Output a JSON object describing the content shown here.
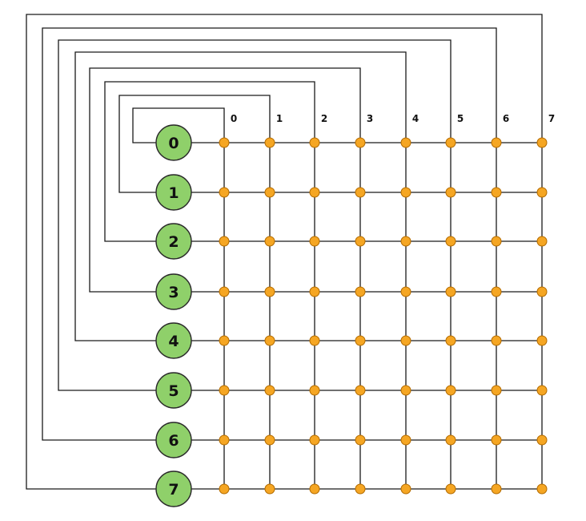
{
  "diagram": {
    "type": "crossbar-interconnect",
    "rows": [
      "0",
      "1",
      "2",
      "3",
      "4",
      "5",
      "6",
      "7"
    ],
    "columns": [
      "0",
      "1",
      "2",
      "3",
      "4",
      "5",
      "6",
      "7"
    ],
    "colors": {
      "row_node_fill": "#8fd06a",
      "crosspoint_fill": "#f5a623",
      "wire": "#1a1a1a"
    }
  }
}
